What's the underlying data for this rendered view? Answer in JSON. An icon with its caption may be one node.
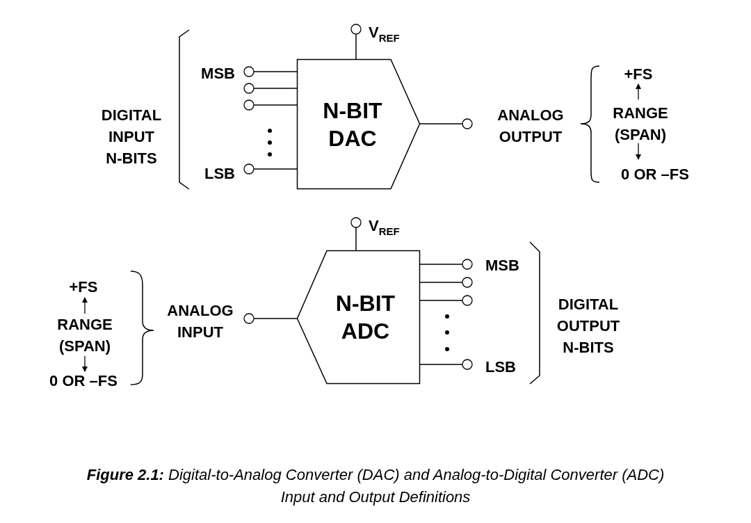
{
  "diagram": {
    "caption": "**Figure 2.1:** Digital-to-Analog Converter (DAC) and Analog-to-Digital Converter (ADC) Input and Output Definitions",
    "nodes": [
      {
        "text": [
          "N-BIT DAC"
        ]
      },
      {
        "text": [],
        "shape": "circle",
        "beside": [
          "V$_{REF}$"
        ]
      },
      {
        "text": [],
        "shape": "circle",
        "beside": [
          "MSB"
        ]
      },
      {
        "text": [],
        "shape": "circle"
      },
      {
        "text": [],
        "shape": "circle"
      },
      {
        "text": [],
        "shape": "circle",
        "beside": [
          "LSB"
        ]
      },
      {
        "text": [],
        "shape": "circle",
        "beside": [
          "ANALOG OUTPUT"
        ]
      },
      {
        "text": [
          "N-BIT ADC"
        ]
      },
      {
        "text": [],
        "shape": "circle",
        "beside": [
          "V$_{REF}$"
        ]
      },
      {
        "text": [],
        "shape": "circle",
        "beside": [
          "ANALOG INPUT"
        ]
      },
      {
        "text": [],
        "shape": "circle",
        "beside": [
          "MSB"
        ]
      },
      {
        "text": [],
        "shape": "circle"
      },
      {
        "text": [],
        "shape": "circle"
      },
      {
        "text": [],
        "shape": "circle",
        "beside": [
          "LSB"
        ]
      }
    ],
    "edges": [
      {
        "from": 1,
        "to": 0,
        "arrow": "none"
      },
      {
        "from": 2,
        "to": 0,
        "arrow": "none"
      },
      {
        "from": 3,
        "to": 0,
        "arrow": "none"
      },
      {
        "from": 4,
        "to": 0,
        "arrow": "none"
      },
      {
        "from": 5,
        "to": 0,
        "arrow": "none"
      },
      {
        "from": 0,
        "to": 6,
        "arrow": "none"
      },
      {
        "from": 8,
        "to": 7,
        "arrow": "none"
      },
      {
        "from": 9,
        "to": 7,
        "arrow": "none"
      },
      {
        "from": 7,
        "to": 10,
        "arrow": "none"
      },
      {
        "from": 7,
        "to": 11,
        "arrow": "none"
      },
      {
        "from": 7,
        "to": 12,
        "arrow": "none"
      },
      {
        "from": 7,
        "to": 13,
        "arrow": "none"
      }
    ],
    "labels": [
      "DIGITAL INPUT N-BITS",
      "+FS",
      "RANGE (SPAN)",
      "0 OR –FS",
      "+FS",
      "RANGE (SPAN)",
      "0 OR –FS",
      "DIGITAL OUTPUT N-BITS"
    ]
  }
}
